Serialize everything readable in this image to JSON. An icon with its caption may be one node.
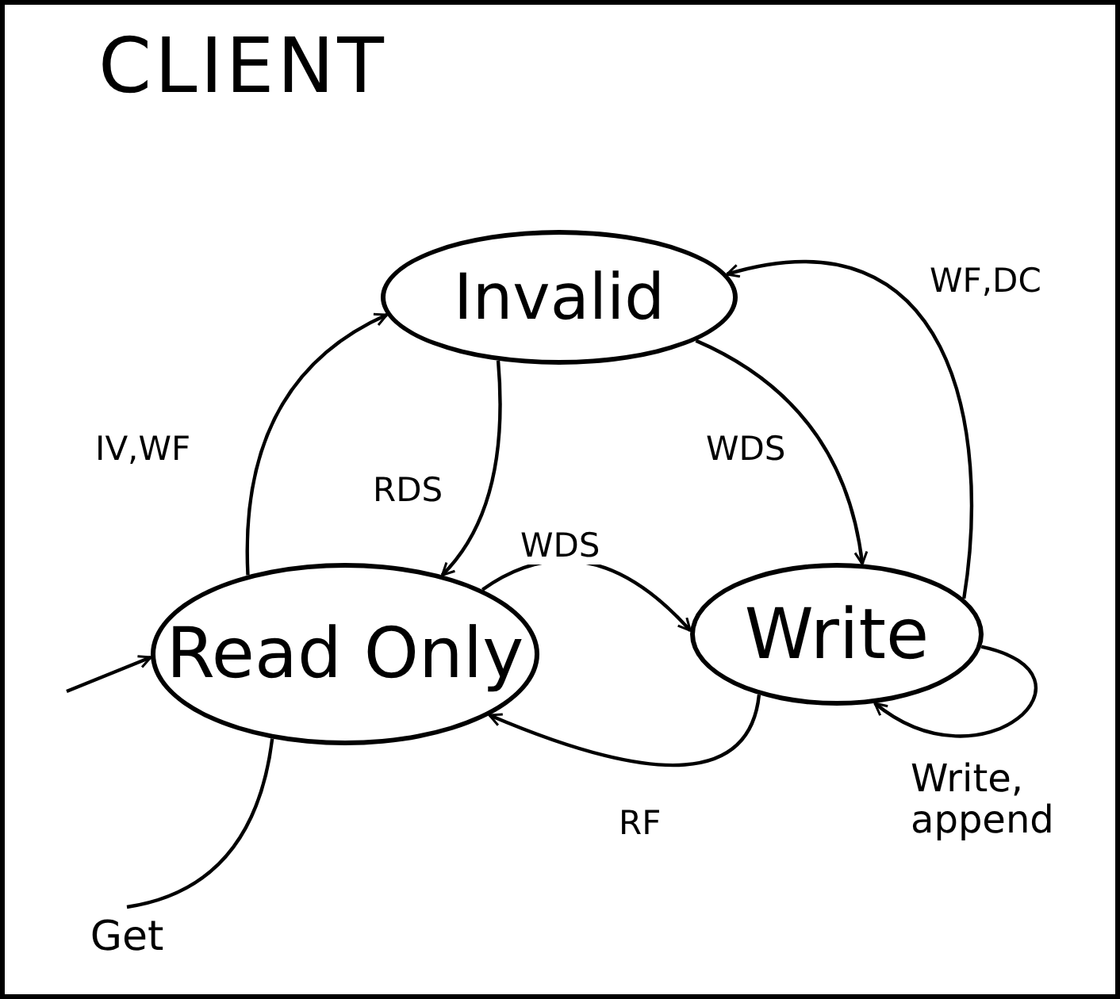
{
  "diagram": {
    "title": "CLIENT",
    "nodes": [
      {
        "text": [
          "Invalid"
        ]
      },
      {
        "text": [
          "Read Only"
        ]
      },
      {
        "text": [
          "Write"
        ]
      },
      {
        "text": [
          "Get"
        ]
      }
    ],
    "edges": [
      {
        "from": 1,
        "to": 0,
        "arrow": "to",
        "label": "IV,WF"
      },
      {
        "from": 0,
        "to": 1,
        "arrow": "to",
        "label": "RDS"
      },
      {
        "from": 0,
        "to": 2,
        "arrow": "to",
        "label": "WDS"
      },
      {
        "from": 2,
        "to": 0,
        "arrow": "to",
        "label": "WF,DC"
      },
      {
        "from": 1,
        "to": 2,
        "arrow": "to",
        "label": "WDS"
      },
      {
        "from": 2,
        "to": 1,
        "arrow": "to",
        "label": "RF"
      },
      {
        "from": 2,
        "to": 2,
        "arrow": "to",
        "label": "Write, append"
      },
      {
        "from": null,
        "to": 1,
        "arrow": "to"
      },
      {
        "from": 1,
        "to": 3,
        "arrow": "none"
      }
    ]
  }
}
